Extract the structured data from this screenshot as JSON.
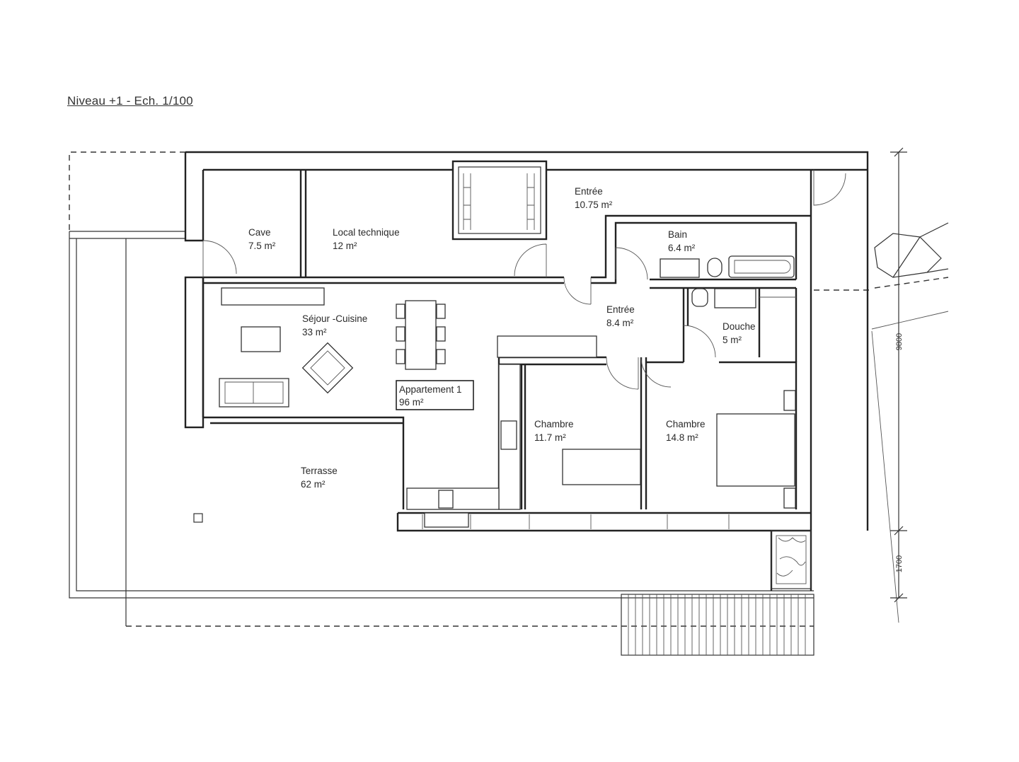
{
  "title": "Niveau +1 - Ech. 1/100",
  "rooms": {
    "cave": {
      "name": "Cave",
      "area": "7.5 m²"
    },
    "local": {
      "name": "Local technique",
      "area": "12 m²"
    },
    "entree1": {
      "name": "Entrée",
      "area": "10.75 m²"
    },
    "bain": {
      "name": "Bain",
      "area": "6.4 m²"
    },
    "sejour": {
      "name": "Séjour -Cuisine",
      "area": "33 m²"
    },
    "entree2": {
      "name": "Entrée",
      "area": "8.4 m²"
    },
    "douche": {
      "name": "Douche",
      "area": "5 m²"
    },
    "appartement": {
      "name": "Appartement 1",
      "area": "96 m²"
    },
    "chambre1": {
      "name": "Chambre",
      "area": "11.7 m²"
    },
    "chambre2": {
      "name": "Chambre",
      "area": "14.8 m²"
    },
    "terrasse": {
      "name": "Terrasse",
      "area": "62 m²"
    }
  },
  "dimensions": {
    "main": "9800",
    "lower": "1700"
  }
}
